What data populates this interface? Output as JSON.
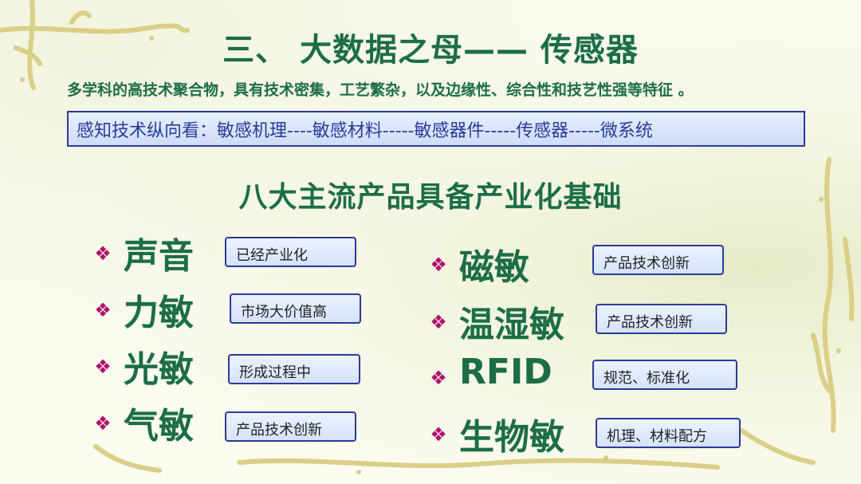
{
  "title": "三、 大数据之母—— 传感器",
  "subtitle": "多学科的高技术聚合物，具有技术密集，工艺繁杂，以及边缘性、综合性和技艺性强等特征 。",
  "banner": "感知技术纵向看：敏感机理----敏感材料-----敏感器件-----传感器-----微系统",
  "heading": "八大主流产品具备产业化基础",
  "bullet_icon": "diamond-cluster-icon",
  "colors": {
    "title": "#1c6e47",
    "bullet": "#b0106a",
    "box_border": "#2a3a9a"
  },
  "left_items": [
    {
      "name": "声音",
      "status": "已经产业化"
    },
    {
      "name": "力敏",
      "status": "市场大价值高"
    },
    {
      "name": "光敏",
      "status": "形成过程中"
    },
    {
      "name": "气敏",
      "status": "产品技术创新"
    }
  ],
  "right_items": [
    {
      "name": "磁敏",
      "status": "产品技术创新"
    },
    {
      "name": "温湿敏",
      "status": "产品技术创新"
    },
    {
      "name": "RFID",
      "status": "规范、标准化"
    },
    {
      "name": "生物敏",
      "status": "机理、材料配方"
    }
  ]
}
